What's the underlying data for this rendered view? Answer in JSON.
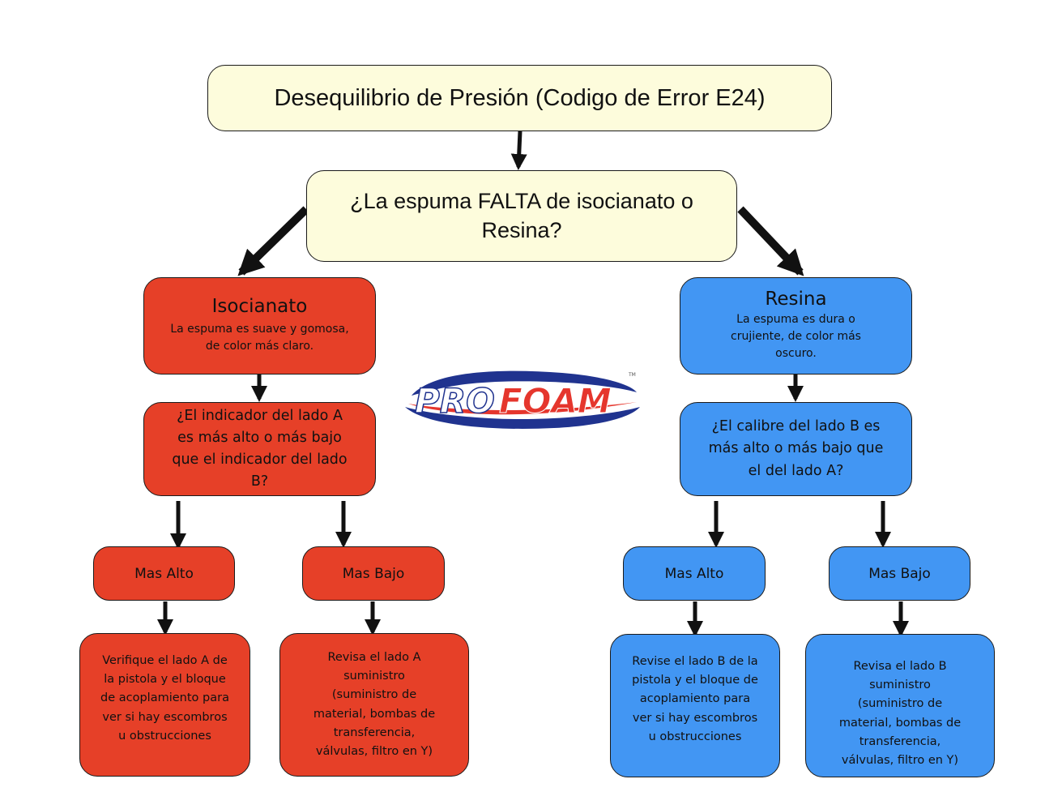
{
  "title": "Desequilibrio de Presión (Codigo de Error E24)",
  "question": {
    "line1": "¿La espuma FALTA de isocianato o",
    "line2": "Resina?"
  },
  "logo": {
    "pro": "PRO",
    "foam": "FOAM",
    "tm": "TM"
  },
  "left": {
    "heading": "Isocianato",
    "desc": [
      "La espuma es suave y gomosa,",
      "de color más claro."
    ],
    "question": [
      "¿El indicador del lado A",
      "es más alto o más bajo",
      "que el indicador del lado",
      "B?"
    ],
    "high_label": "Mas Alto",
    "low_label": "Mas Bajo",
    "high_action": [
      "Verifique el lado A de",
      "la pistola y el bloque",
      "de acoplamiento para",
      "ver si hay escombros",
      "u obstrucciones"
    ],
    "low_action": [
      "Revisa el lado A",
      "suministro",
      "(suministro de",
      "material, bombas de",
      "transferencia,",
      "válvulas, filtro en Y)"
    ]
  },
  "right": {
    "heading": "Resina",
    "desc": [
      "La espuma es dura o",
      "crujiente, de color más",
      "oscuro."
    ],
    "question": [
      "¿El calibre del lado B es",
      "más alto o más bajo que",
      "el del lado A?"
    ],
    "high_label": "Mas Alto",
    "low_label": "Mas Bajo",
    "high_action": [
      "Revise el lado B de la",
      "pistola y el bloque de",
      "acoplamiento para",
      "ver si hay escombros",
      "u obstrucciones"
    ],
    "low_action": [
      "Revisa el lado B",
      "suministro",
      "(suministro de",
      "material, bombas de",
      "transferencia,",
      "válvulas, filtro en Y)"
    ]
  },
  "colors": {
    "yellow": "#fdfcdc",
    "red": "#e64028",
    "blue": "#4296f3",
    "logo_blue": "#20338f",
    "logo_red": "#e5362d"
  }
}
